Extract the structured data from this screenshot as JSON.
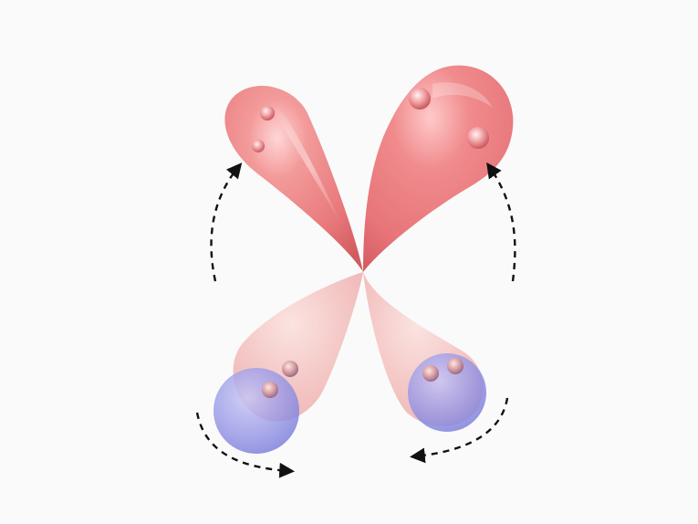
{
  "diagram": {
    "background": "#fafafa",
    "lobe_color": "#e87a7a",
    "lobe_highlight": "#ffd2d2",
    "lobe_shadow": "#d95c60",
    "faded_lobe_color": "#f1b6b4",
    "sphere_color": "#8f93e6",
    "arrow_color": "#111111",
    "lobes": [
      {
        "name": "upper-left-lobe",
        "style": "solid"
      },
      {
        "name": "upper-right-lobe",
        "style": "solid"
      },
      {
        "name": "lower-left-lobe",
        "style": "faded"
      },
      {
        "name": "lower-right-lobe",
        "style": "faded"
      }
    ],
    "spheres": [
      {
        "name": "lower-left-sphere"
      },
      {
        "name": "lower-right-sphere"
      }
    ],
    "arrows": [
      {
        "name": "upper-left-curved-arrow",
        "direction": "up"
      },
      {
        "name": "upper-right-curved-arrow",
        "direction": "up"
      },
      {
        "name": "lower-left-curved-arrow",
        "direction": "right"
      },
      {
        "name": "lower-right-curved-arrow",
        "direction": "left"
      }
    ]
  }
}
